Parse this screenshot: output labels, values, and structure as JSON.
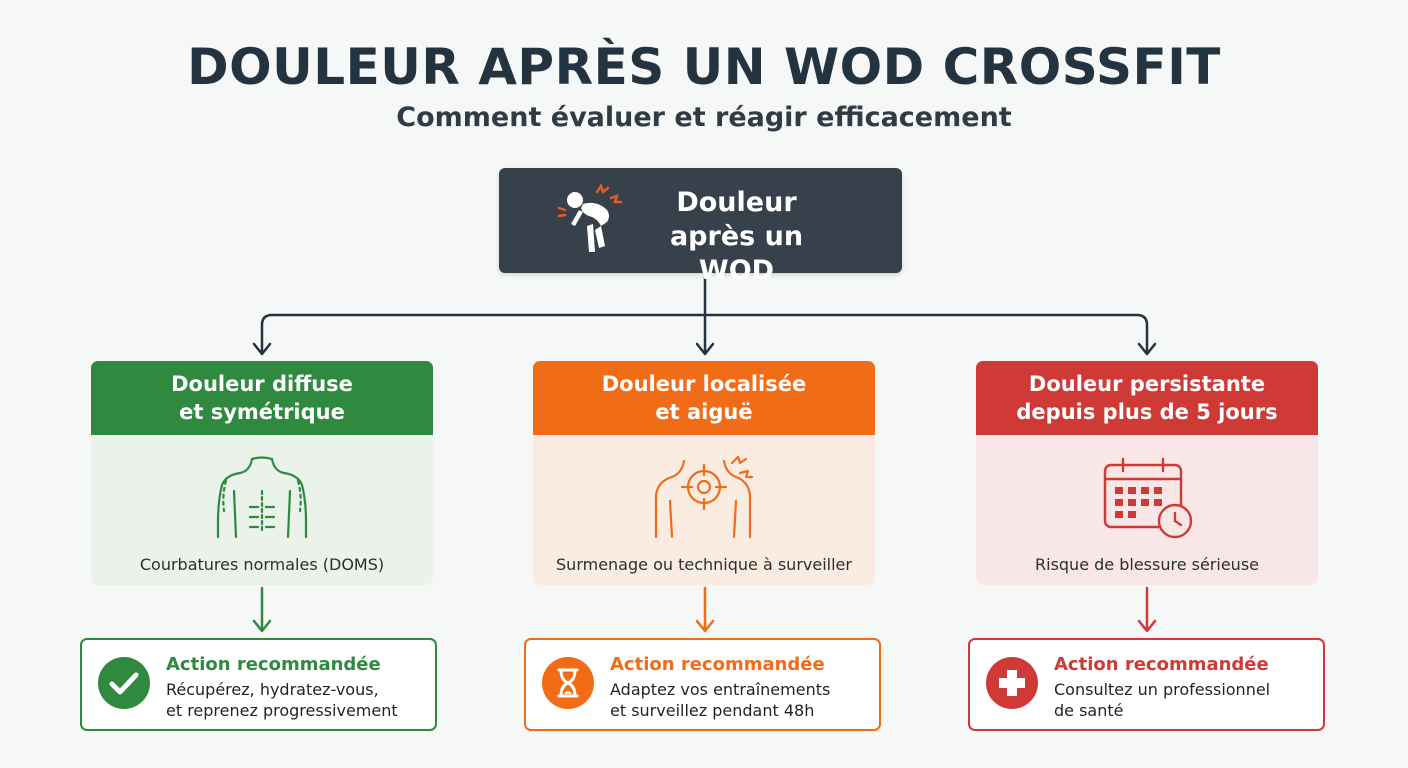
{
  "header": {
    "title": "DOULEUR APRÈS UN WOD CROSSFIT",
    "subtitle": "Comment évaluer et réagir efficacement"
  },
  "root": {
    "line1": "Douleur",
    "line2": "après un WOD",
    "icon": "person-back-pain-icon"
  },
  "colors": {
    "green": "#2f8a40",
    "orange": "#f06c17",
    "red": "#cf3a36",
    "dark": "#37414b"
  },
  "branches": [
    {
      "header_line1": "Douleur diffuse",
      "header_line2": "et symétrique",
      "description": "Courbatures normales (DOMS)",
      "icon": "muscular-torso-icon",
      "action": {
        "title": "Action recommandée",
        "line1": "Récupérez, hydratez-vous,",
        "line2": "et reprenez progressivement",
        "icon": "checkmark-icon"
      }
    },
    {
      "header_line1": "Douleur localisée",
      "header_line2": "et aiguë",
      "description": "Surmenage ou technique à surveiller",
      "icon": "target-shoulder-icon",
      "action": {
        "title": "Action recommandée",
        "line1": "Adaptez vos entraînements",
        "line2": "et surveillez pendant 48h",
        "icon": "hourglass-icon"
      }
    },
    {
      "header_line1": "Douleur persistante",
      "header_line2": "depuis plus de 5 jours",
      "description": "Risque de blessure sérieuse",
      "icon": "calendar-clock-icon",
      "action": {
        "title": "Action recommandée",
        "line1": "Consultez un professionnel",
        "line2": "de santé",
        "icon": "medical-cross-icon"
      }
    }
  ]
}
